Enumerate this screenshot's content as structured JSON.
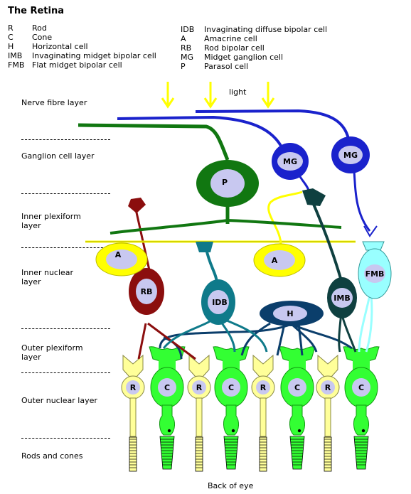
{
  "title": "The Retina",
  "legend_left": [
    {
      "abbr": "R",
      "name": "Rod"
    },
    {
      "abbr": "C",
      "name": "Cone"
    },
    {
      "abbr": "H",
      "name": "Horizontal cell"
    },
    {
      "abbr": "IMB",
      "name": "Invaginating midget bipolar cell"
    },
    {
      "abbr": "FMB",
      "name": "Flat midget bipolar cell"
    }
  ],
  "legend_right": [
    {
      "abbr": "IDB",
      "name": "Invaginating diffuse bipolar cell"
    },
    {
      "abbr": "A",
      "name": "Amacrine cell"
    },
    {
      "abbr": "RB",
      "name": "Rod bipolar cell"
    },
    {
      "abbr": "MG",
      "name": "Midget ganglion cell"
    },
    {
      "abbr": "P",
      "name": "Parasol cell"
    }
  ],
  "layers": {
    "nerve_fibre": "Nerve fibre layer",
    "ganglion": "Ganglion cell layer",
    "inner_plexiform": "Inner plexiform layer",
    "inner_nuclear": "Inner nuclear layer",
    "outer_plexiform": "Outer plexiform layer",
    "outer_nuclear": "Outer nuclear layer",
    "rods_cones": "Rods and cones"
  },
  "light_label": "light",
  "back_label": "Back of eye",
  "cell_labels": {
    "P": "P",
    "MG": "MG",
    "A": "A",
    "RB": "RB",
    "IDB": "IDB",
    "H": "H",
    "IMB": "IMB",
    "FMB": "FMB",
    "R": "R",
    "C": "C"
  },
  "colors": {
    "rod": "#ffff99",
    "rod_stroke": "#888844",
    "cone": "#33ff33",
    "parasol": "#117711",
    "midget_ganglion": "#1a22cc",
    "amacrine": "#ffff00",
    "rod_bipolar": "#8b0e0e",
    "idb": "#0f7a8a",
    "horizontal": "#0b3e6b",
    "imb": "#0f4040",
    "fmb": "#99ffff",
    "nucleus": "#c8c8f0",
    "light_arrow": "#ffff00"
  }
}
